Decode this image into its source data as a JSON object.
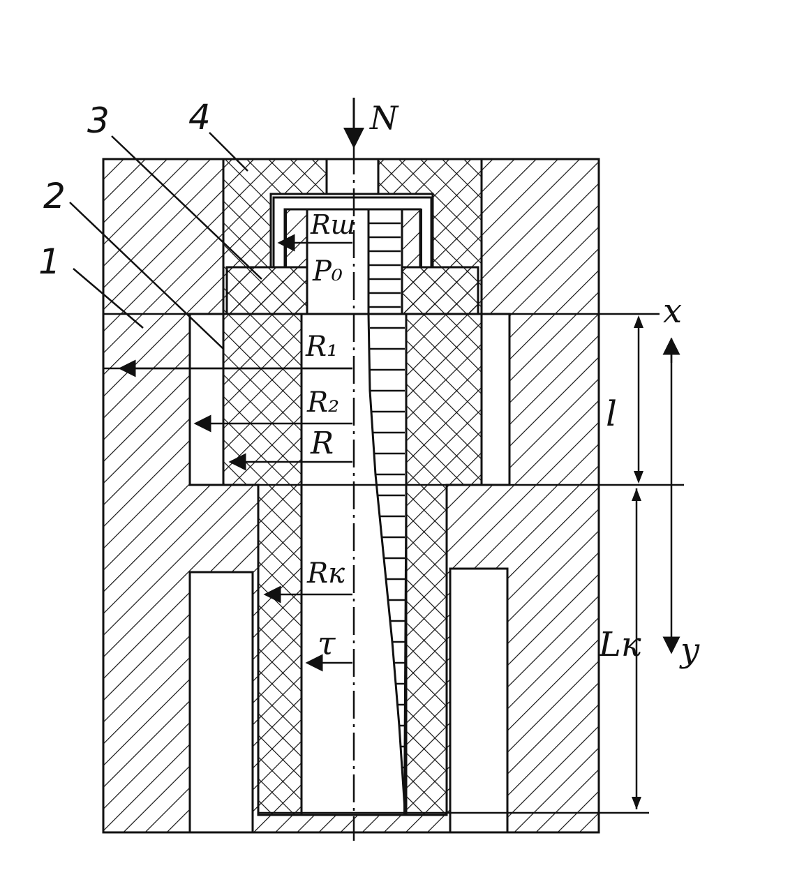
{
  "labels": {
    "force": "N",
    "axis_x": "x",
    "axis_y": "y",
    "part_1": "1",
    "part_2": "2",
    "part_3": "3",
    "part_4": "4",
    "r_sh": "Rш",
    "p0": "P₀",
    "r1": "R₁",
    "r2": "R₂",
    "r": "R",
    "rk": "Rк",
    "tau": "τ",
    "l": "l",
    "lk": "Lк"
  },
  "colors": {
    "ink": "#111111",
    "paper": "#ffffff"
  }
}
